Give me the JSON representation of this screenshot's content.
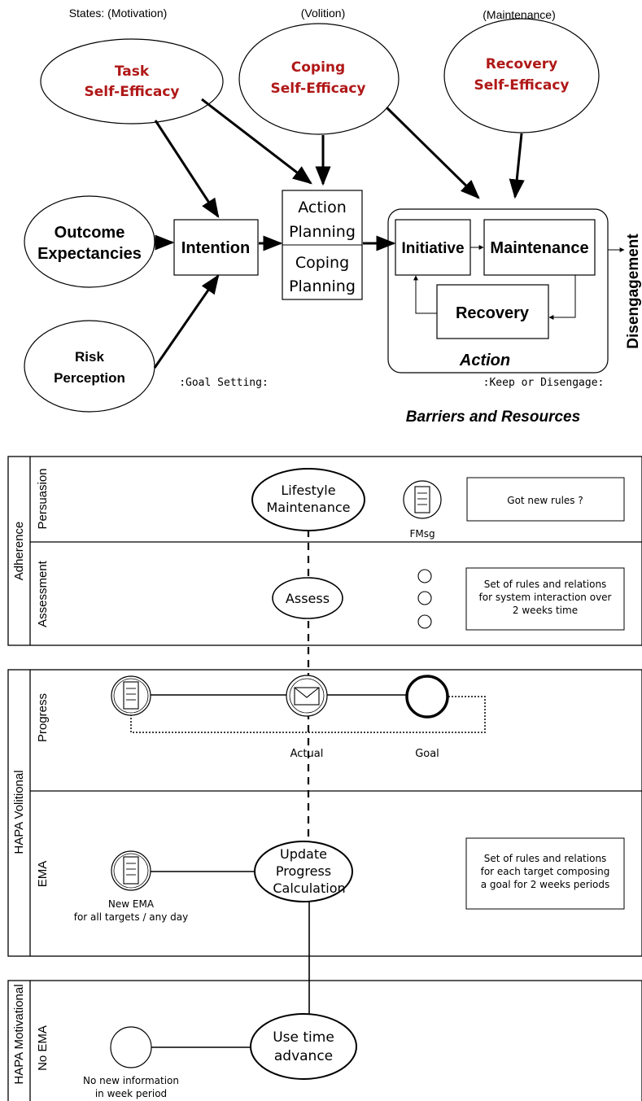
{
  "hapa": {
    "stage_motivation": "States: (Motivation)",
    "stage_volition": "(Volition)",
    "stage_maintenance": "(Maintenance)",
    "task_se": [
      "Task",
      "Self-Efficacy"
    ],
    "coping_se": [
      "Coping",
      "Self-Efficacy"
    ],
    "recovery_se": [
      "Recovery",
      "Self-Efficacy"
    ],
    "outcome": [
      "Outcome",
      "Expectancies"
    ],
    "risk": [
      "Risk",
      "Perception"
    ],
    "intention": "Intention",
    "action_planning": [
      "Action",
      "Planning"
    ],
    "coping_planning": [
      "Coping",
      "Planning"
    ],
    "initiative": "Initiative",
    "maintenance": "Maintenance",
    "recovery": "Recovery",
    "action": "Action",
    "disengagement": "Disengagement",
    "goal_setting": ":Goal Setting:",
    "keep_disengage": ":Keep or Disengage:",
    "barriers": "Barriers and Resources"
  },
  "pools": {
    "adherence": {
      "name": "Adherence",
      "lanes": [
        "Persuasion",
        "Assessment"
      ],
      "lifestyle": [
        "Lifestyle",
        "Maintenance"
      ],
      "fmsg": "FMsg",
      "got_rules": "Got new rules ?",
      "assess": "Assess",
      "rules_system": [
        "Set of rules and relations",
        "for system interaction over",
        "2 weeks time"
      ]
    },
    "volitional": {
      "name": "HAPA Volitional",
      "lanes": [
        "Progress",
        "EMA"
      ],
      "actual": "Actual",
      "goal": "Goal",
      "update": [
        "Update",
        "Progress",
        "Calculation"
      ],
      "new_ema": [
        "New EMA",
        "for all targets / any day"
      ],
      "rules_target": [
        "Set of rules and relations",
        "for each target composing",
        "a goal for 2 weeks periods"
      ]
    },
    "motivational": {
      "name": "HAPA Motivational",
      "lanes": [
        "No  EMA"
      ],
      "use_time": [
        "Use time",
        "advance"
      ],
      "no_info": [
        "No new information",
        "in week period"
      ]
    }
  }
}
